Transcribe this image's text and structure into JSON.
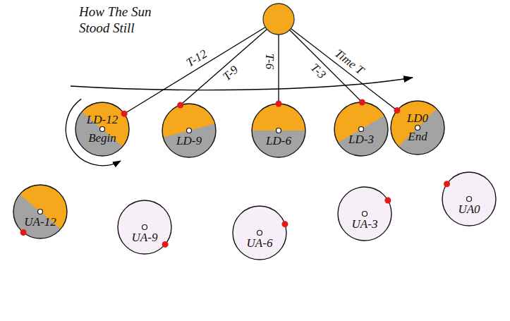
{
  "diagram": {
    "title": "How The Sun Stood Still",
    "nodes": [
      {
        "text": [
          "LD-12",
          "Begin"
        ]
      },
      {
        "text": [
          "LD-9"
        ]
      },
      {
        "text": [
          "LD-6"
        ]
      },
      {
        "text": [
          "LD-3"
        ]
      },
      {
        "text": [
          "LD0",
          "End"
        ]
      },
      {
        "text": [
          "UA-12"
        ]
      },
      {
        "text": [
          "UA-9"
        ]
      },
      {
        "text": [
          "UA-6"
        ]
      },
      {
        "text": [
          "UA-3"
        ]
      },
      {
        "text": [
          "UA0"
        ]
      }
    ],
    "labels": [
      "T-12",
      "T-9",
      "T-6",
      "T-3",
      "Time T"
    ]
  }
}
